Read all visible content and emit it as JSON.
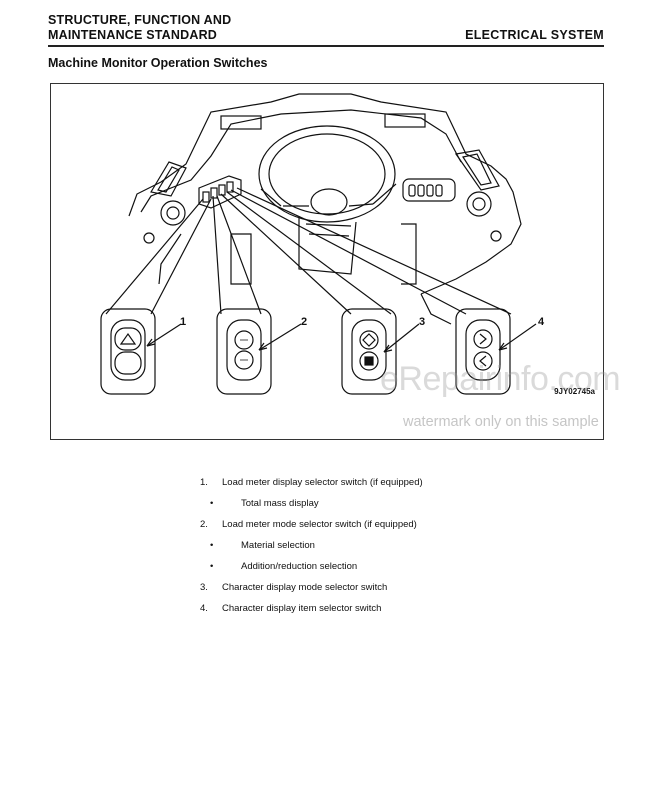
{
  "header": {
    "title_line1": "STRUCTURE, FUNCTION AND",
    "title_line2": "MAINTENANCE STANDARD",
    "section": "ELECTRICAL SYSTEM"
  },
  "page_title": "Machine Monitor Operation Switches",
  "figure": {
    "callouts": [
      "1",
      "2",
      "3",
      "4"
    ],
    "figure_id": "9JY02745a"
  },
  "watermark": {
    "site": "eRepairinfo.com",
    "note": "watermark only on this sample"
  },
  "items": [
    {
      "type": "num",
      "marker": "1.",
      "text": "Load meter display selector switch (if equipped)"
    },
    {
      "type": "bullet",
      "marker": "•",
      "text": "Total mass display"
    },
    {
      "type": "num",
      "marker": "2.",
      "text": "Load meter mode selector switch (if equipped)"
    },
    {
      "type": "bullet",
      "marker": "•",
      "text": "Material selection"
    },
    {
      "type": "bullet",
      "marker": "•",
      "text": "Addition/reduction selection"
    },
    {
      "type": "num",
      "marker": "3.",
      "text": "Character display mode selector switch"
    },
    {
      "type": "num",
      "marker": "4.",
      "text": "Character display item selector switch"
    }
  ]
}
